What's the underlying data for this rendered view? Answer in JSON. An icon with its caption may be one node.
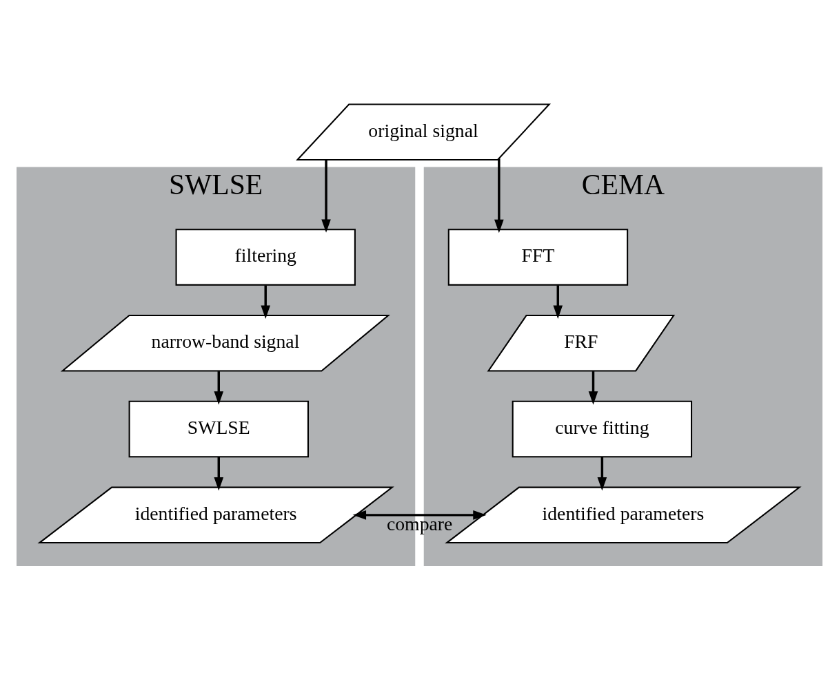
{
  "diagram": {
    "nodes": [
      {
        "text": [
          "original signal"
        ]
      },
      {
        "text": [
          "SWLSE"
        ]
      },
      {
        "text": [
          "filtering"
        ],
        "in": 1
      },
      {
        "text": [
          "narrow-band signal"
        ],
        "in": 1
      },
      {
        "text": [
          "SWLSE"
        ],
        "in": 1
      },
      {
        "text": [
          "identified parameters"
        ],
        "in": 1
      },
      {
        "text": [
          "CEMA"
        ]
      },
      {
        "text": [
          "FFT"
        ],
        "in": 6
      },
      {
        "text": [
          "FRF"
        ],
        "in": 6
      },
      {
        "text": [
          "curve fitting"
        ],
        "in": 6
      },
      {
        "text": [
          "identified parameters"
        ],
        "in": 6
      }
    ],
    "edges": [
      {
        "from": 0,
        "to": 2,
        "arrow": "to"
      },
      {
        "from": 0,
        "to": 7,
        "arrow": "to"
      },
      {
        "from": 2,
        "to": 3,
        "arrow": "to"
      },
      {
        "from": 3,
        "to": 4,
        "arrow": "to"
      },
      {
        "from": 4,
        "to": 5,
        "arrow": "to"
      },
      {
        "from": 7,
        "to": 8,
        "arrow": "to"
      },
      {
        "from": 8,
        "to": 9,
        "arrow": "to"
      },
      {
        "from": 9,
        "to": 10,
        "arrow": "to"
      },
      {
        "from": 5,
        "to": 10,
        "arrow": "both",
        "label": "compare"
      }
    ]
  }
}
